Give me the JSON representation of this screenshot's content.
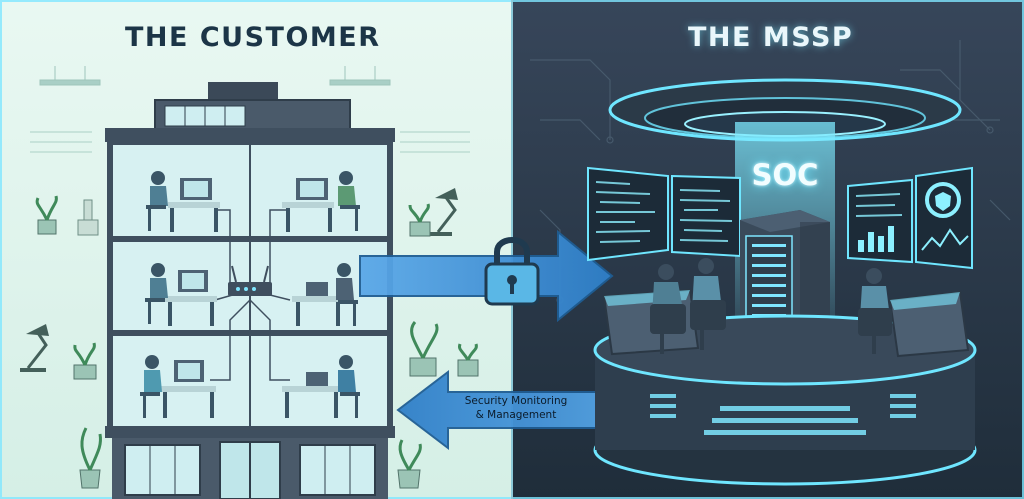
{
  "panels": {
    "customer": {
      "title": "THE CUSTOMER"
    },
    "mssp": {
      "title": "THE MSSP"
    }
  },
  "soc": {
    "label": "SOC"
  },
  "arrows": {
    "to_mssp": {
      "icon": "padlock-icon",
      "color": "#3a8fd6"
    },
    "to_customer": {
      "label_line1": "Security Monitoring",
      "label_line2": "& Management",
      "color": "#3a8fd6"
    }
  },
  "colors": {
    "customer_bg": "#def4ec",
    "mssp_bg": "#2f3d4a",
    "glow": "#6fe6ff",
    "building_frame": "#3f4f5f",
    "arrow_blue": "#3a8fd6"
  }
}
